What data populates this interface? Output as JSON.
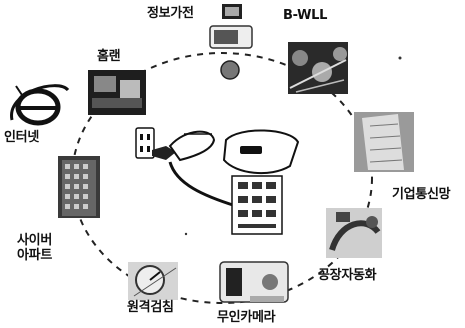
{
  "labels": {
    "info_appliance": "정보가전",
    "bwll": "B-WLL",
    "home_ran": "홈랜",
    "internet": "인터넷",
    "enterprise_comm": "기업통신망",
    "cyber_apartment": "사이버\n아파트",
    "factory_automation": "공장자동화",
    "remote_metering": "원격검침",
    "unmanned_camera": "무인카메라"
  },
  "colors": {
    "ink": "#111111",
    "photo_dark": "#333333",
    "photo_mid": "#777777",
    "photo_light": "#cccccc"
  },
  "icons": {
    "internet": "ie-logo-icon",
    "center": "plc-modem-plug-icon"
  }
}
